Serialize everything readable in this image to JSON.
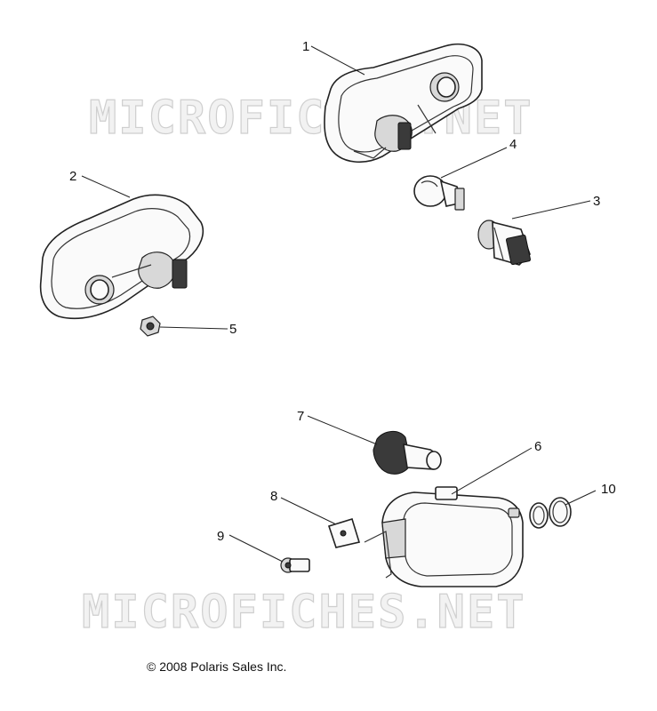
{
  "watermark": {
    "text": "MICROFICHES.NET"
  },
  "callouts": [
    "1",
    "2",
    "3",
    "4",
    "5",
    "6",
    "7",
    "8",
    "9",
    "10"
  ],
  "copyright": "© 2008 Polaris Sales Inc."
}
